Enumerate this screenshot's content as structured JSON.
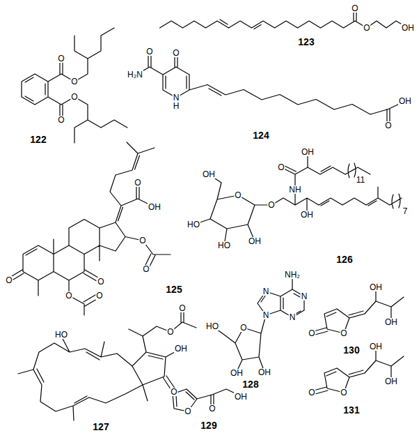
{
  "diagram": {
    "labels": [
      "122",
      "O",
      "O",
      "O",
      "O",
      "123",
      "O",
      "O",
      "OH",
      "124",
      "H₂N",
      "O",
      "O",
      "N",
      "H",
      "O",
      "OH",
      "125",
      "OH",
      "O",
      "O",
      "O",
      "O",
      "O",
      "O",
      "O",
      "126",
      "OH",
      "O",
      "NH",
      "OH",
      "OH",
      "O",
      "O",
      "HO",
      "HO",
      "OH",
      "11",
      "7",
      "127",
      "HO",
      "OH",
      "O",
      "O",
      "O",
      "128",
      "NH₂",
      "N",
      "N",
      "N",
      "N",
      "HO",
      "O",
      "OH",
      "OH",
      "129",
      "O",
      "O",
      "OH",
      "130",
      "O",
      "O",
      "OH",
      "OH",
      "131",
      "O",
      "O",
      "OH",
      "OH"
    ]
  }
}
